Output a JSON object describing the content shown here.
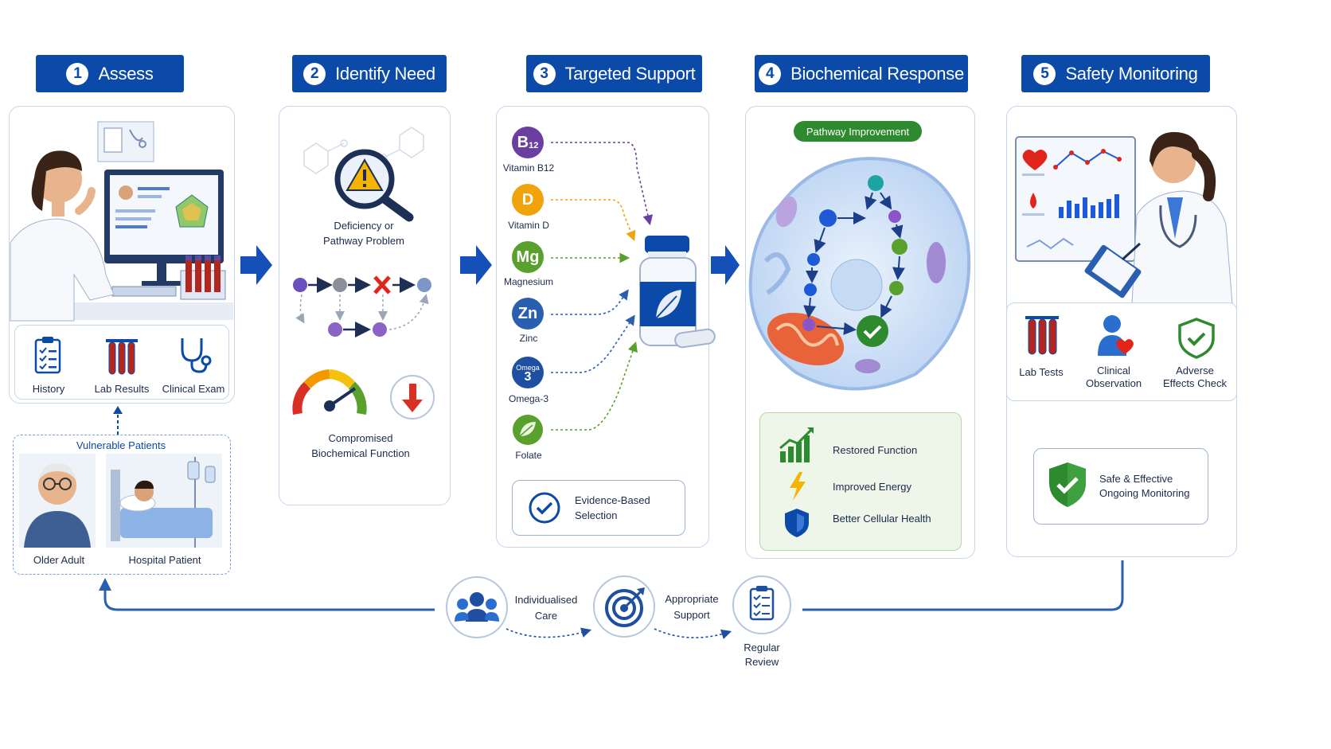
{
  "steps": [
    {
      "num": "1",
      "title": "Assess"
    },
    {
      "num": "2",
      "title": "Identify Need"
    },
    {
      "num": "3",
      "title": "Targeted Support"
    },
    {
      "num": "4",
      "title": "Biochemical Response"
    },
    {
      "num": "5",
      "title": "Safety Monitoring"
    }
  ],
  "assess": {
    "items": [
      "History",
      "Lab Results",
      "Clinical Exam"
    ],
    "vulnerable_title": "Vulnerable Patients",
    "older_adult": "Older Adult",
    "hospital_patient": "Hospital Patient"
  },
  "identify": {
    "problem": "Deficiency or\nPathway Problem",
    "compromised": "Compromised\nBiochemical Function"
  },
  "targeted": {
    "nutrients": [
      {
        "symbol": "B12",
        "name": "Vitamin B12",
        "color": "#6b3fa0"
      },
      {
        "symbol": "D",
        "name": "Vitamin D",
        "color": "#f0a30a"
      },
      {
        "symbol": "Mg",
        "name": "Magnesium",
        "color": "#5aa02c"
      },
      {
        "symbol": "Zn",
        "name": "Zinc",
        "color": "#2a5fb0"
      },
      {
        "symbol": "3",
        "name": "Omega-3",
        "color": "#1e4fa0",
        "sup": "Omega"
      },
      {
        "symbol": "🍃",
        "name": "Folate",
        "color": "#5aa02c"
      }
    ],
    "evidence": "Evidence-Based\nSelection"
  },
  "response": {
    "badge": "Pathway Improvement",
    "benefits": [
      "Restored Function",
      "Improved Energy",
      "Better Cellular Health"
    ]
  },
  "safety": {
    "items": [
      "Lab Tests",
      "Clinical\nObservation",
      "Adverse\nEffects Check"
    ],
    "safe": "Safe & Effective\nOngoing Monitoring"
  },
  "loop": {
    "items": [
      "Individualised\nCare",
      "Appropriate\nSupport",
      "Regular\nReview"
    ]
  },
  "colors": {
    "brand": "#0b4aa8",
    "green": "#2e8a2e",
    "border": "#c8d6ea"
  }
}
